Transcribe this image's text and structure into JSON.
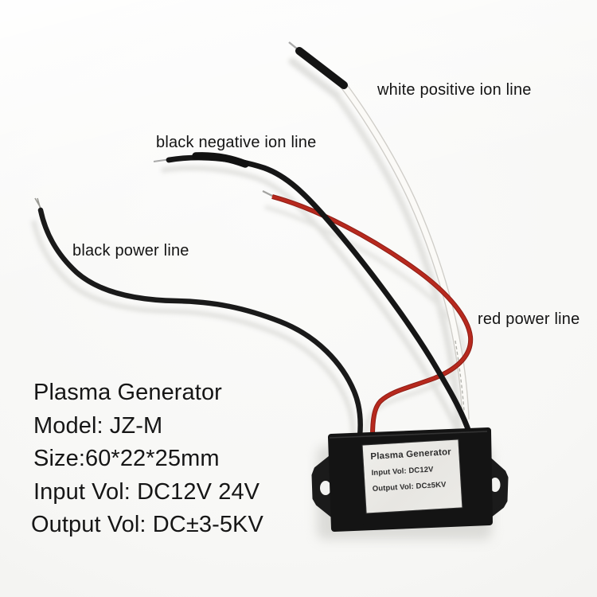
{
  "photo": {
    "description": "product photo of a plasma generator module with four lead wires on a white background",
    "background_color": "#f7f7f5",
    "device_color": "#141414",
    "wire_colors": {
      "white": "#f8f6f2",
      "black": "#1a1a1a",
      "red": "#b22a20"
    }
  },
  "wire_labels": {
    "white_positive": "white positive ion line",
    "black_negative": "black negative ion line",
    "black_power": "black power line",
    "red_power": "red power line"
  },
  "spec_block": {
    "lines": [
      "Plasma Generator",
      "Model: JZ-M",
      "Size:60*22*25mm",
      "Input Vol: DC12V 24V",
      "Output Vol: DC±3-5KV"
    ]
  },
  "device_sticker": {
    "title": "Plasma Generator",
    "input": "Input Vol: DC12V",
    "output": "Output Vol: DC±5KV"
  }
}
